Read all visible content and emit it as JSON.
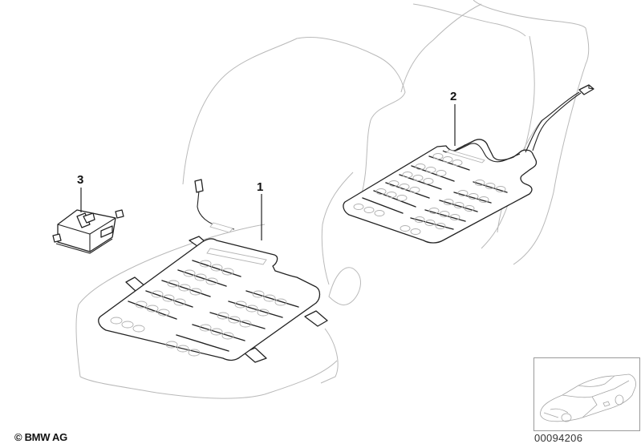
{
  "diagram": {
    "title": "Seat heating elements — parts diagram",
    "callouts": [
      {
        "id": "1",
        "label": "1",
        "part": "seat cushion heating element"
      },
      {
        "id": "2",
        "label": "2",
        "part": "backrest heating element"
      },
      {
        "id": "3",
        "label": "3",
        "part": "seat heating control unit"
      }
    ],
    "copyright": "© BMW AG",
    "document_number": "00094206",
    "thumbnail": {
      "name": "vehicle-locator-thumbnail",
      "depicts": "coupe car outline"
    },
    "colors": {
      "background": "#ffffff",
      "part_line": "#222222",
      "ghost_outline": "#b9b9b9",
      "text": "#111111"
    }
  }
}
